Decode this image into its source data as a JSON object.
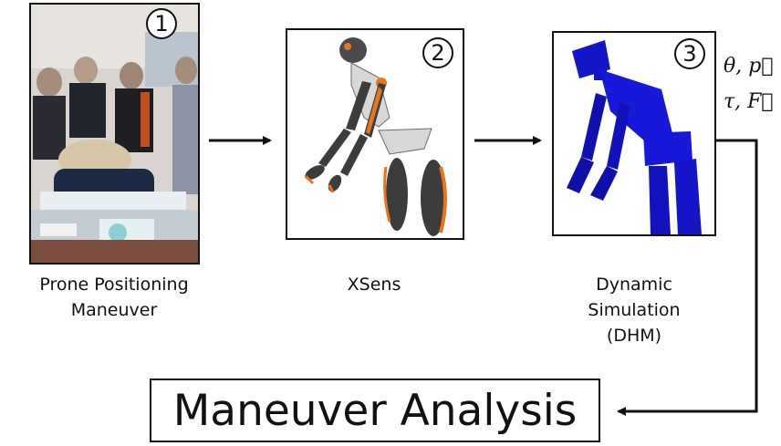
{
  "steps": [
    {
      "number": "1",
      "caption_lines": [
        "Prone Positioning",
        "Maneuver"
      ]
    },
    {
      "number": "2",
      "caption_lines": [
        "XSens"
      ]
    },
    {
      "number": "3",
      "caption_lines": [
        "Dynamic",
        "Simulation",
        "(DHM)"
      ]
    }
  ],
  "outputs": {
    "line1": "θ, p⃗",
    "line2": "τ, F⃗"
  },
  "result_label": "Maneuver Analysis",
  "colors": {
    "avatar_blue": "#1414c8",
    "xsens_orange": "#e8741c",
    "xsens_grey": "#4a4a4a"
  }
}
